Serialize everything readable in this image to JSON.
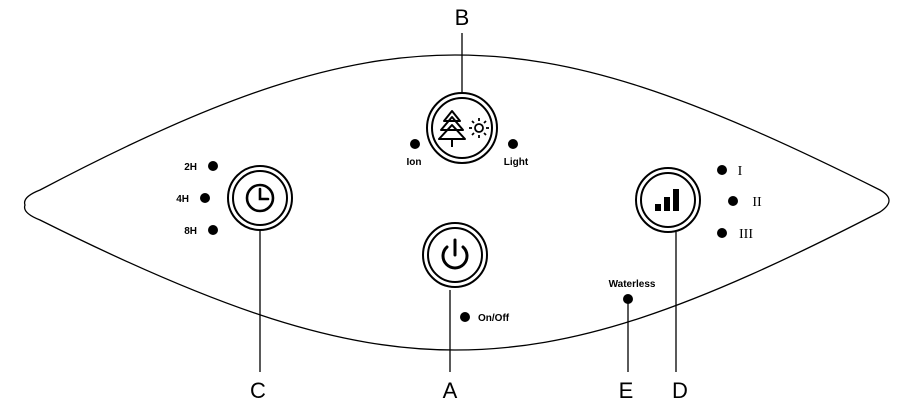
{
  "callouts": {
    "A": "A",
    "B": "B",
    "C": "C",
    "D": "D",
    "E": "E"
  },
  "ion_light": {
    "ion_label": "Ion",
    "light_label": "Light"
  },
  "timer": {
    "options": [
      "2H",
      "4H",
      "8H"
    ]
  },
  "power": {
    "label": "On/Off"
  },
  "fan_speed": {
    "levels": [
      "I",
      "II",
      "III"
    ]
  },
  "water": {
    "label": "Waterless"
  }
}
